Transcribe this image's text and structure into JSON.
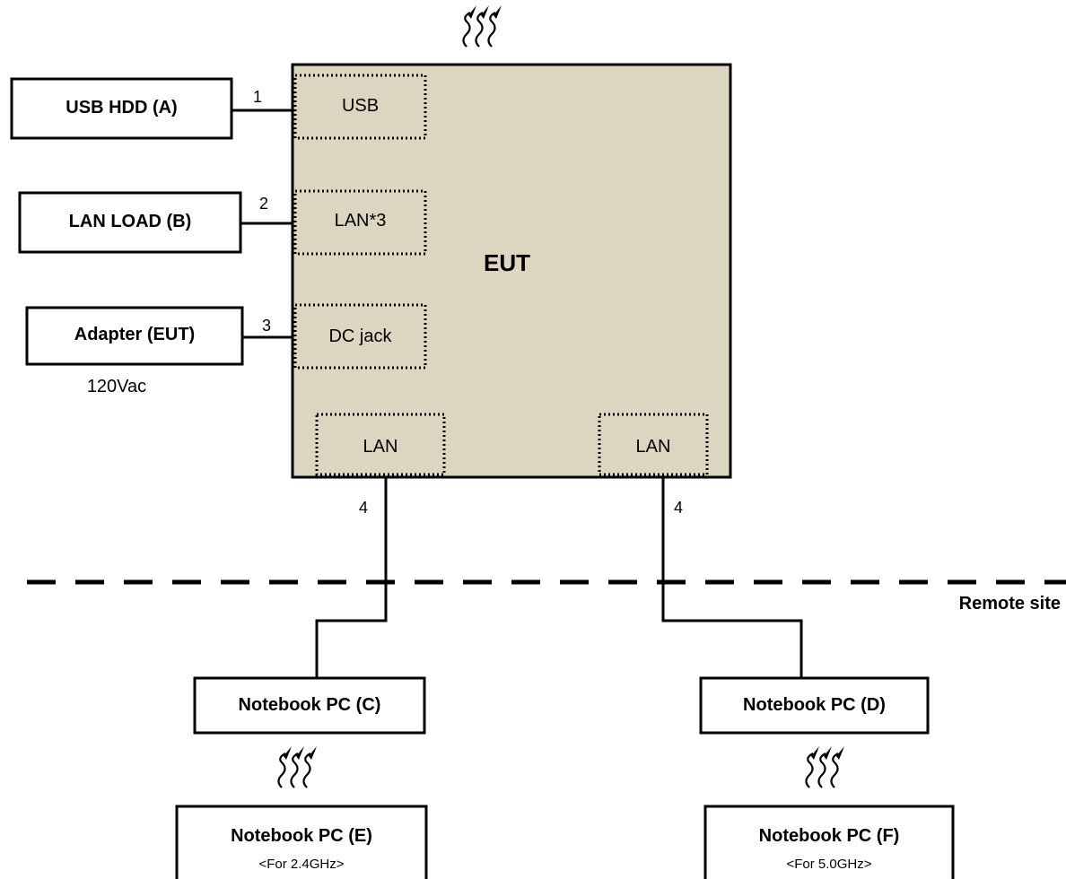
{
  "eut": {
    "label": "EUT"
  },
  "ports": {
    "usb": "USB",
    "lan3": "LAN*3",
    "dc_jack": "DC jack",
    "lan_left": "LAN",
    "lan_right": "LAN"
  },
  "devices": {
    "usb_hdd": "USB HDD (A)",
    "lan_load": "LAN LOAD (B)",
    "adapter": "Adapter (EUT)",
    "adapter_voltage": "120Vac",
    "notebook_c": "Notebook PC (C)",
    "notebook_d": "Notebook PC (D)",
    "notebook_e": "Notebook PC (E)",
    "notebook_e_note": "<For 2.4GHz>",
    "notebook_f": "Notebook PC (F)",
    "notebook_f_note": "<For 5.0GHz>"
  },
  "cables": {
    "c1": "1",
    "c2": "2",
    "c3": "3",
    "c4_left": "4",
    "c4_right": "4"
  },
  "remote_site_label": "Remote site",
  "icons": {
    "wireless": "wireless-signal-icon"
  },
  "colors": {
    "eut_fill": "#dcd6c0",
    "stroke": "#000000",
    "background": "#ffffff"
  }
}
